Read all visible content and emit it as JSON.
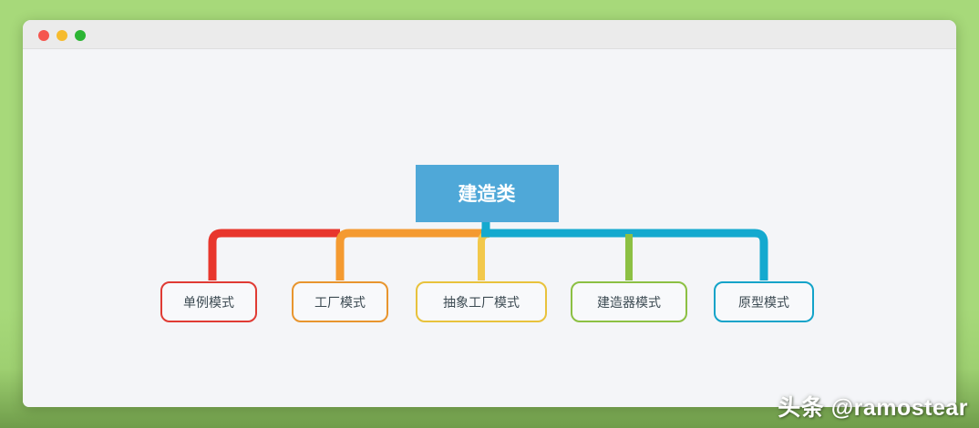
{
  "window": {
    "traffic_lights": [
      {
        "name": "close",
        "color": "#f5564e"
      },
      {
        "name": "minimize",
        "color": "#f6bb2e"
      },
      {
        "name": "maximize",
        "color": "#2cb534"
      }
    ],
    "background_color": "#a7d97a",
    "canvas_color": "#f4f5f8",
    "titlebar_color": "#ebebeb"
  },
  "mindmap": {
    "root": {
      "label": "建造类",
      "fill": "#4fa8d8",
      "text_color": "#ffffff"
    },
    "leaves": [
      {
        "label": "单例模式",
        "color": "#e03b34",
        "line_color": "#e8362d"
      },
      {
        "label": "工厂模式",
        "color": "#e8952e",
        "line_color": "#f49a31"
      },
      {
        "label": "抽象工厂模式",
        "color": "#e8c23c",
        "line_color": "#f2c84b"
      },
      {
        "label": "建造器模式",
        "color": "#8cc043",
        "line_color": "#8cc043"
      },
      {
        "label": "原型模式",
        "color": "#12a3c9",
        "line_color": "#14a9cf"
      }
    ],
    "leaf_fill": "#f8f9fb",
    "leaf_text_color": "#3c4a52"
  },
  "watermark": {
    "text": "头条 @ramostear"
  }
}
